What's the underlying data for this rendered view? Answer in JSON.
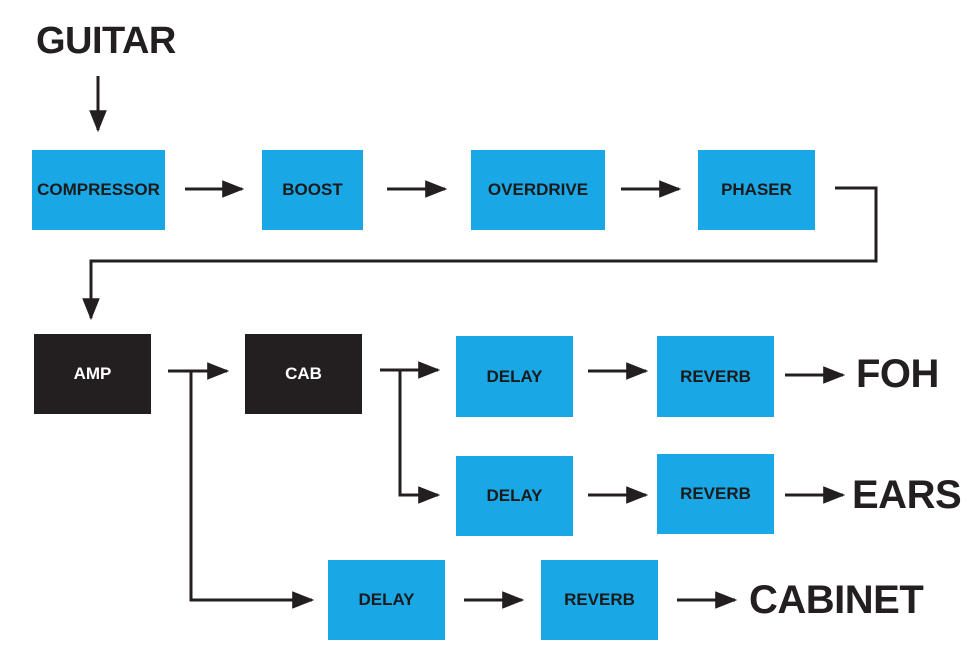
{
  "colors": {
    "effect": "#1aa7e6",
    "core": "#231f20",
    "line": "#231f20",
    "background": "#ffffff"
  },
  "source": "GUITAR",
  "chain": {
    "compressor": "COMPRESSOR",
    "boost": "BOOST",
    "overdrive": "OVERDRIVE",
    "phaser": "PHASER",
    "amp": "AMP",
    "cab": "CAB"
  },
  "branches": {
    "foh": {
      "delay": "DELAY",
      "reverb": "REVERB",
      "output": "FOH"
    },
    "ears": {
      "delay": "DELAY",
      "reverb": "REVERB",
      "output": "EARS"
    },
    "cabinet": {
      "delay": "DELAY",
      "reverb": "REVERB",
      "output": "CABINET"
    }
  }
}
